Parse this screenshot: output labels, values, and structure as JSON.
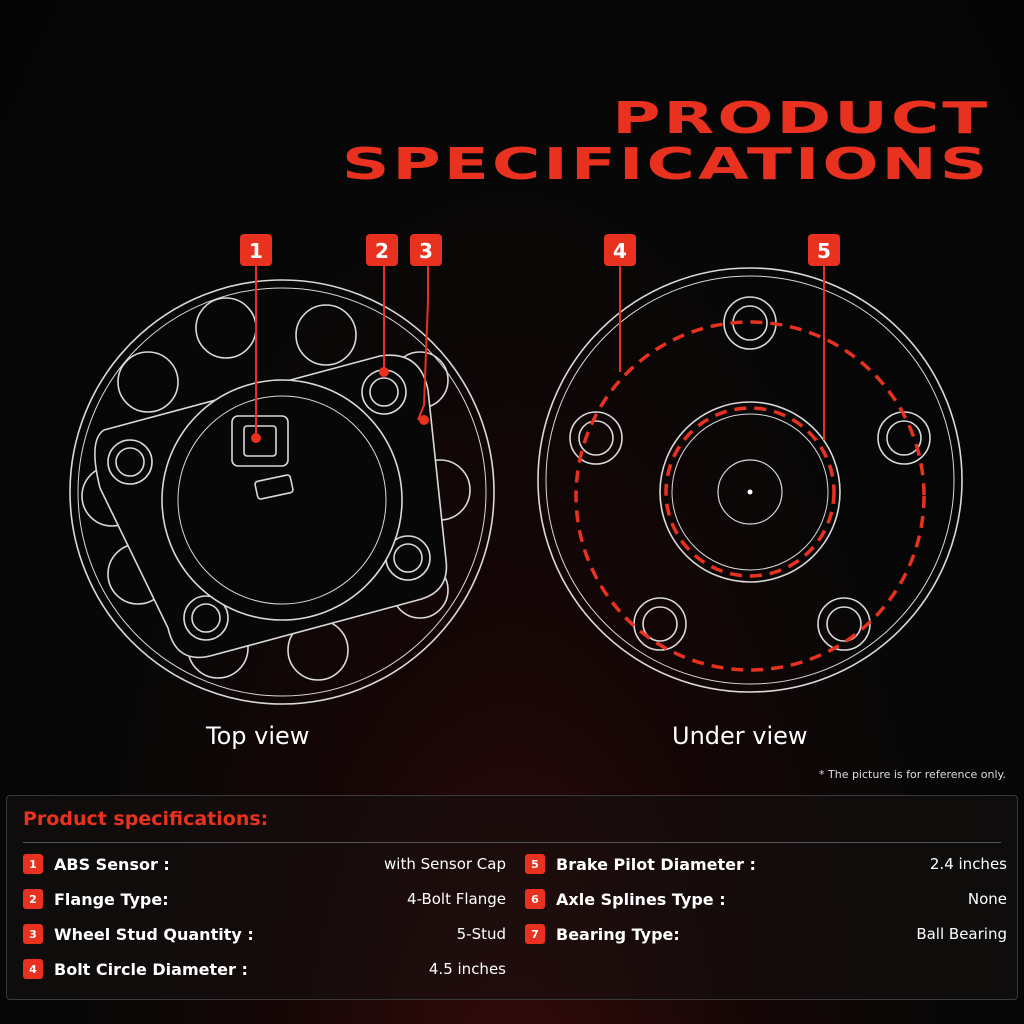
{
  "title": {
    "line1": "PRODUCT",
    "line2": "SPECIFICATIONS"
  },
  "badges": [
    "1",
    "2",
    "3",
    "4",
    "5"
  ],
  "captions": {
    "top_view": "Top view",
    "under_view": "Under view"
  },
  "note": "* The picture is for reference only.",
  "panel": {
    "heading": "Product specifications:",
    "left": [
      {
        "num": "1",
        "label": "ABS Sensor :",
        "value": "with Sensor Cap"
      },
      {
        "num": "2",
        "label": "Flange Type:",
        "value": "4-Bolt Flange"
      },
      {
        "num": "3",
        "label": "Wheel Stud Quantity :",
        "value": "5-Stud"
      },
      {
        "num": "4",
        "label": "Bolt Circle Diameter :",
        "value": "4.5 inches"
      }
    ],
    "right": [
      {
        "num": "5",
        "label": "Brake Pilot Diameter :",
        "value": "2.4 inches"
      },
      {
        "num": "6",
        "label": "Axle Splines Type :",
        "value": "None"
      },
      {
        "num": "7",
        "label": "Bearing Type:",
        "value": "Ball Bearing"
      }
    ]
  },
  "colors": {
    "accent": "#e8321f",
    "background": "#070707",
    "line": "#d9d9d9"
  }
}
